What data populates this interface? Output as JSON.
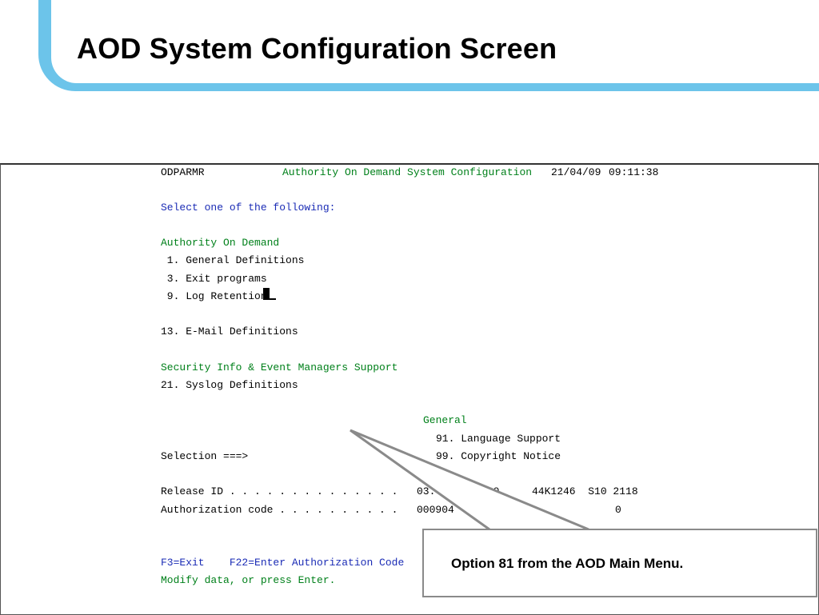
{
  "slide": {
    "title": "AOD System Configuration Screen"
  },
  "screen": {
    "program_id": "ODPARMR",
    "screen_title": "Authority On Demand System Configuration",
    "date": "21/04/09",
    "time": "09:11:38",
    "instruction": "Select one of the following:",
    "section_aod": "Authority On Demand",
    "opt_1": " 1. General Definitions",
    "opt_3": " 3. Exit programs",
    "opt_9": " 9. Log Retention",
    "opt_13": "13. E-Mail Definitions",
    "section_siem": "Security Info & Event Managers Support",
    "opt_21": "21. Syslog Definitions",
    "section_general": "General",
    "opt_91": "91. Language Support",
    "opt_99": "99. Copyright Notice",
    "selection_prompt": "Selection ===>",
    "release_label": "Release ID . . . . . . . . . . . . . .",
    "release_value_a": "03.",
    "release_value_b": "/20",
    "release_value_c": "44K1246  S10 2118",
    "auth_label": "Authorization code . . . . . . . . . .",
    "auth_value_a": "000904",
    "auth_value_b": "0",
    "fkeys": "F3=Exit    F22=Enter Authorization Code",
    "status_message": "Modify data, or press Enter."
  },
  "callout": {
    "text": "Option 81 from the AOD Main Menu."
  },
  "colors": {
    "header_accent": "#6cc4ea",
    "green_text": "#00801a",
    "blue_text": "#1a2bb5"
  }
}
